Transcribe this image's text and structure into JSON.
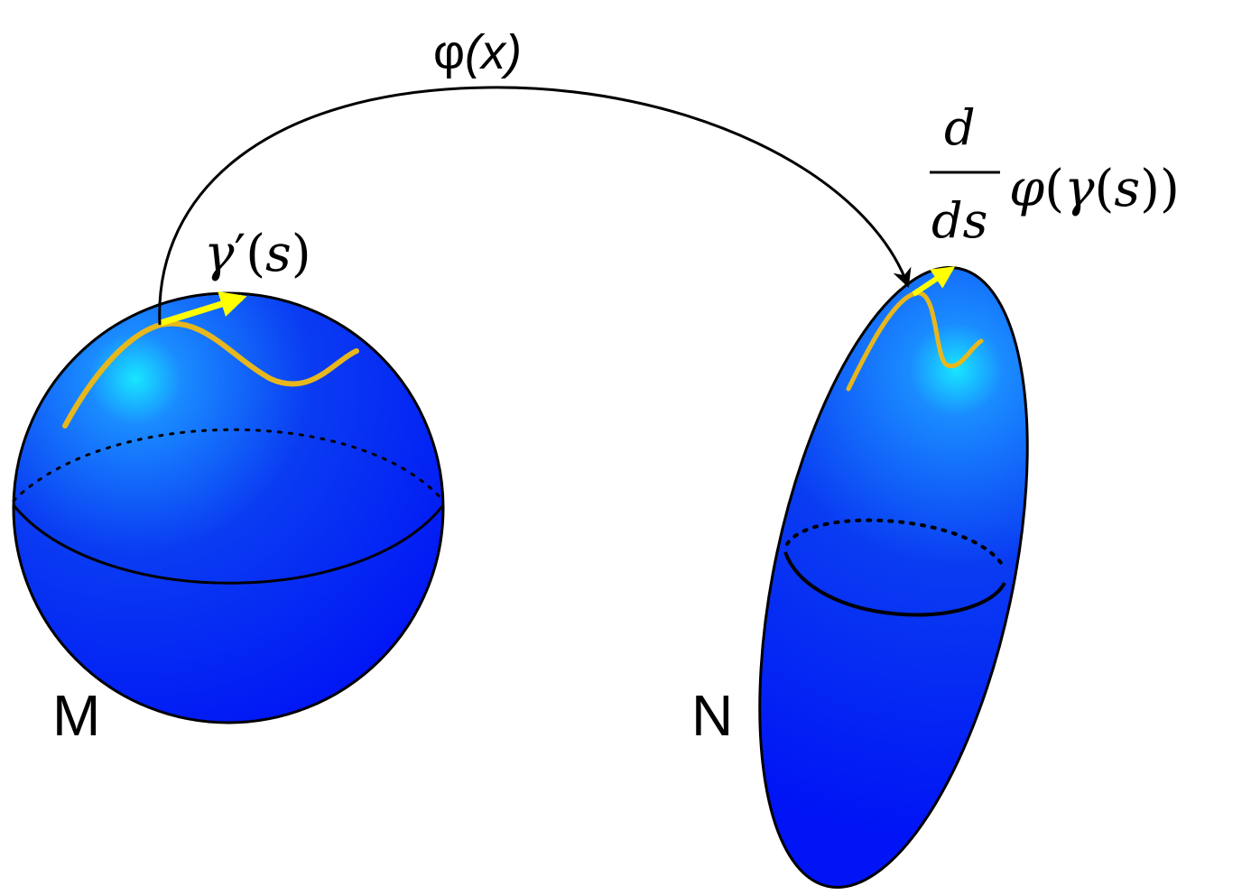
{
  "map": {
    "phi": "φ",
    "open": "(",
    "arg": "x",
    "close": ")"
  },
  "manifolds": {
    "source": "M",
    "target": "N"
  },
  "tangent_source": {
    "gamma": "γ",
    "prime": "′",
    "open": "(",
    "arg": "s",
    "close": ")"
  },
  "tangent_target": {
    "numerator": "d",
    "denominator": "ds",
    "phi": "φ",
    "open1": "(",
    "gamma": "γ",
    "open2": "(",
    "arg": "s",
    "close": "))"
  },
  "colors": {
    "surface": "#0a2cf0",
    "surface_highlight": "#18e6ff",
    "curve": "#e8b71c",
    "tangent_arrow": "#ffff00",
    "outline": "#000000"
  },
  "icons": {
    "source_shape": "sphere",
    "target_shape": "ellipsoid",
    "map_arrow": "curved-arrow"
  }
}
